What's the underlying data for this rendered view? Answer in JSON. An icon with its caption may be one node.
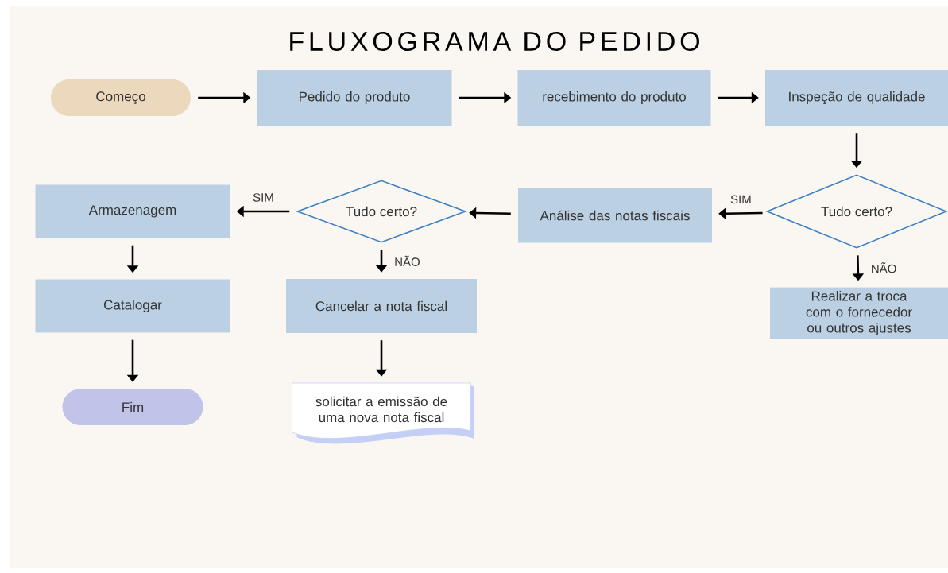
{
  "diagram": {
    "title": "FLUXOGRAMA DO PEDIDO",
    "nodes": [
      {
        "text": [
          "Começo"
        ]
      },
      {
        "text": [
          "Pedido do produto"
        ]
      },
      {
        "text": [
          "recebimento do produto"
        ]
      },
      {
        "text": [
          "Inspeção de qualidade"
        ]
      },
      {
        "text": [
          "Tudo certo?"
        ]
      },
      {
        "text": [
          "Análise das notas fiscais"
        ]
      },
      {
        "text": [
          "Tudo certo?"
        ]
      },
      {
        "text": [
          "Armazenagem"
        ]
      },
      {
        "text": [
          "Catalogar"
        ]
      },
      {
        "text": [
          "Fim"
        ]
      },
      {
        "text": [
          "Cancelar a nota fiscal"
        ]
      },
      {
        "text": [
          "solicitar a emissão de uma nova nota fiscal"
        ]
      },
      {
        "text": [
          "Realizar a troca com o fornecedor ou outros ajustes"
        ]
      }
    ],
    "edges": [
      {
        "from": 0,
        "to": 1,
        "arrow": "to"
      },
      {
        "from": 1,
        "to": 2,
        "arrow": "to"
      },
      {
        "from": 2,
        "to": 3,
        "arrow": "to"
      },
      {
        "from": 3,
        "to": 4,
        "arrow": "to"
      },
      {
        "from": 4,
        "to": 5,
        "arrow": "to",
        "label": "SIM"
      },
      {
        "from": 5,
        "to": 6,
        "arrow": "to"
      },
      {
        "from": 6,
        "to": 7,
        "arrow": "to",
        "label": "SIM"
      },
      {
        "from": 7,
        "to": 8,
        "arrow": "to"
      },
      {
        "from": 8,
        "to": 9,
        "arrow": "to"
      },
      {
        "from": 6,
        "to": 10,
        "arrow": "to",
        "label": "NÃO"
      },
      {
        "from": 10,
        "to": 11,
        "arrow": "to"
      },
      {
        "from": 4,
        "to": 12,
        "arrow": "to",
        "label": "NÃO"
      }
    ]
  }
}
